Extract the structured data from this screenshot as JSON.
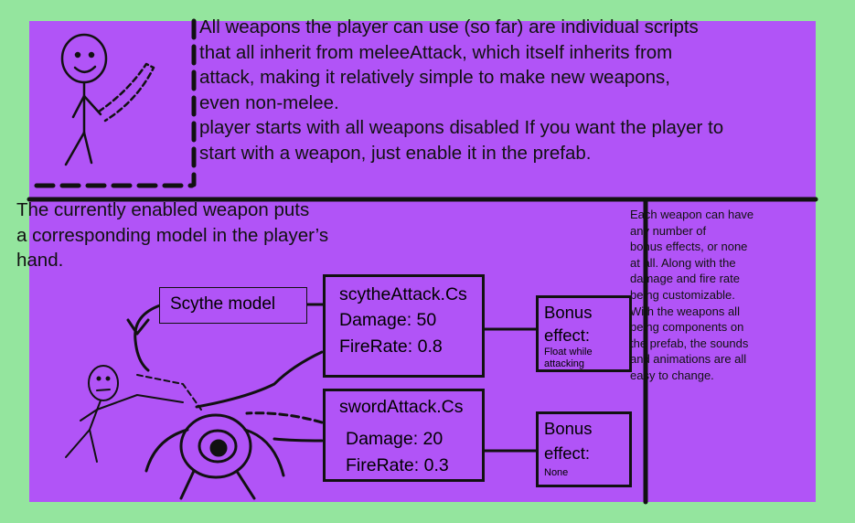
{
  "top_text": {
    "lines": [
      "All weapons the player can use (so far) are individual scripts",
      "that all inherit from meleeAttack, which itself inherits from",
      "attack, making it relatively simple to make new weapons,",
      "even non-melee.",
      "player starts with all weapons disabled If you want the player to",
      "start with a weapon, just enable it in the prefab."
    ]
  },
  "left_text": {
    "lines": [
      "The currently enabled weapon puts",
      "a corresponding model in the player’s",
      "hand."
    ]
  },
  "right_text": {
    "lines": [
      "Each weapon can have",
      "any number of",
      "bonus effects, or none",
      "at all. Along with the",
      "damage and fire rate",
      "being customizable.",
      "With the weapons all",
      "being components on",
      "the prefab, the sounds",
      "and animations are all",
      "easy to change."
    ]
  },
  "scythe_model": {
    "label": "Scythe model"
  },
  "scythe_attack": {
    "title": "scytheAttack.Cs",
    "damage": "Damage: 50",
    "firerate": "FireRate: 0.8"
  },
  "scythe_bonus": {
    "line1": "Bonus",
    "line2": "effect:",
    "detail1": "Float while",
    "detail2": "attacking"
  },
  "sword_attack": {
    "title": "swordAttack.Cs",
    "damage": "Damage: 20",
    "firerate": "FireRate: 0.3"
  },
  "sword_bonus": {
    "line1": "Bonus",
    "line2": "effect:",
    "detail1": "None"
  },
  "colors": {
    "background": "#94e59e",
    "panel": "#b154f7",
    "ink": "#111111"
  }
}
